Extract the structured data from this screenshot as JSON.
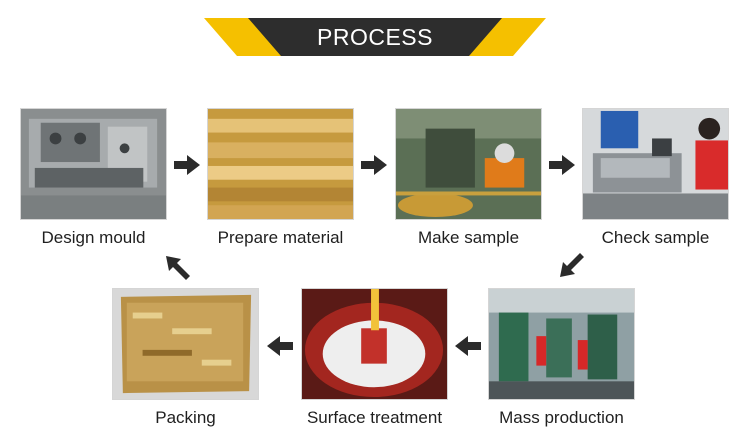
{
  "header": {
    "title": "PROCESS",
    "colors": {
      "accent": "#f5c000",
      "banner": "#2d2d2d",
      "text": "#ffffff"
    }
  },
  "steps": [
    {
      "label": "Design mould",
      "icon": "mould-photo"
    },
    {
      "label": "Prepare material",
      "icon": "brass-coil-photo"
    },
    {
      "label": "Make sample",
      "icon": "sample-machine-photo"
    },
    {
      "label": "Check sample",
      "icon": "inspection-photo"
    },
    {
      "label": "Mass production",
      "icon": "factory-photo"
    },
    {
      "label": "Surface treatment",
      "icon": "tumbler-photo"
    },
    {
      "label": "Packing",
      "icon": "bagged-parts-photo"
    }
  ],
  "arrow_color": "#2b2b2b"
}
